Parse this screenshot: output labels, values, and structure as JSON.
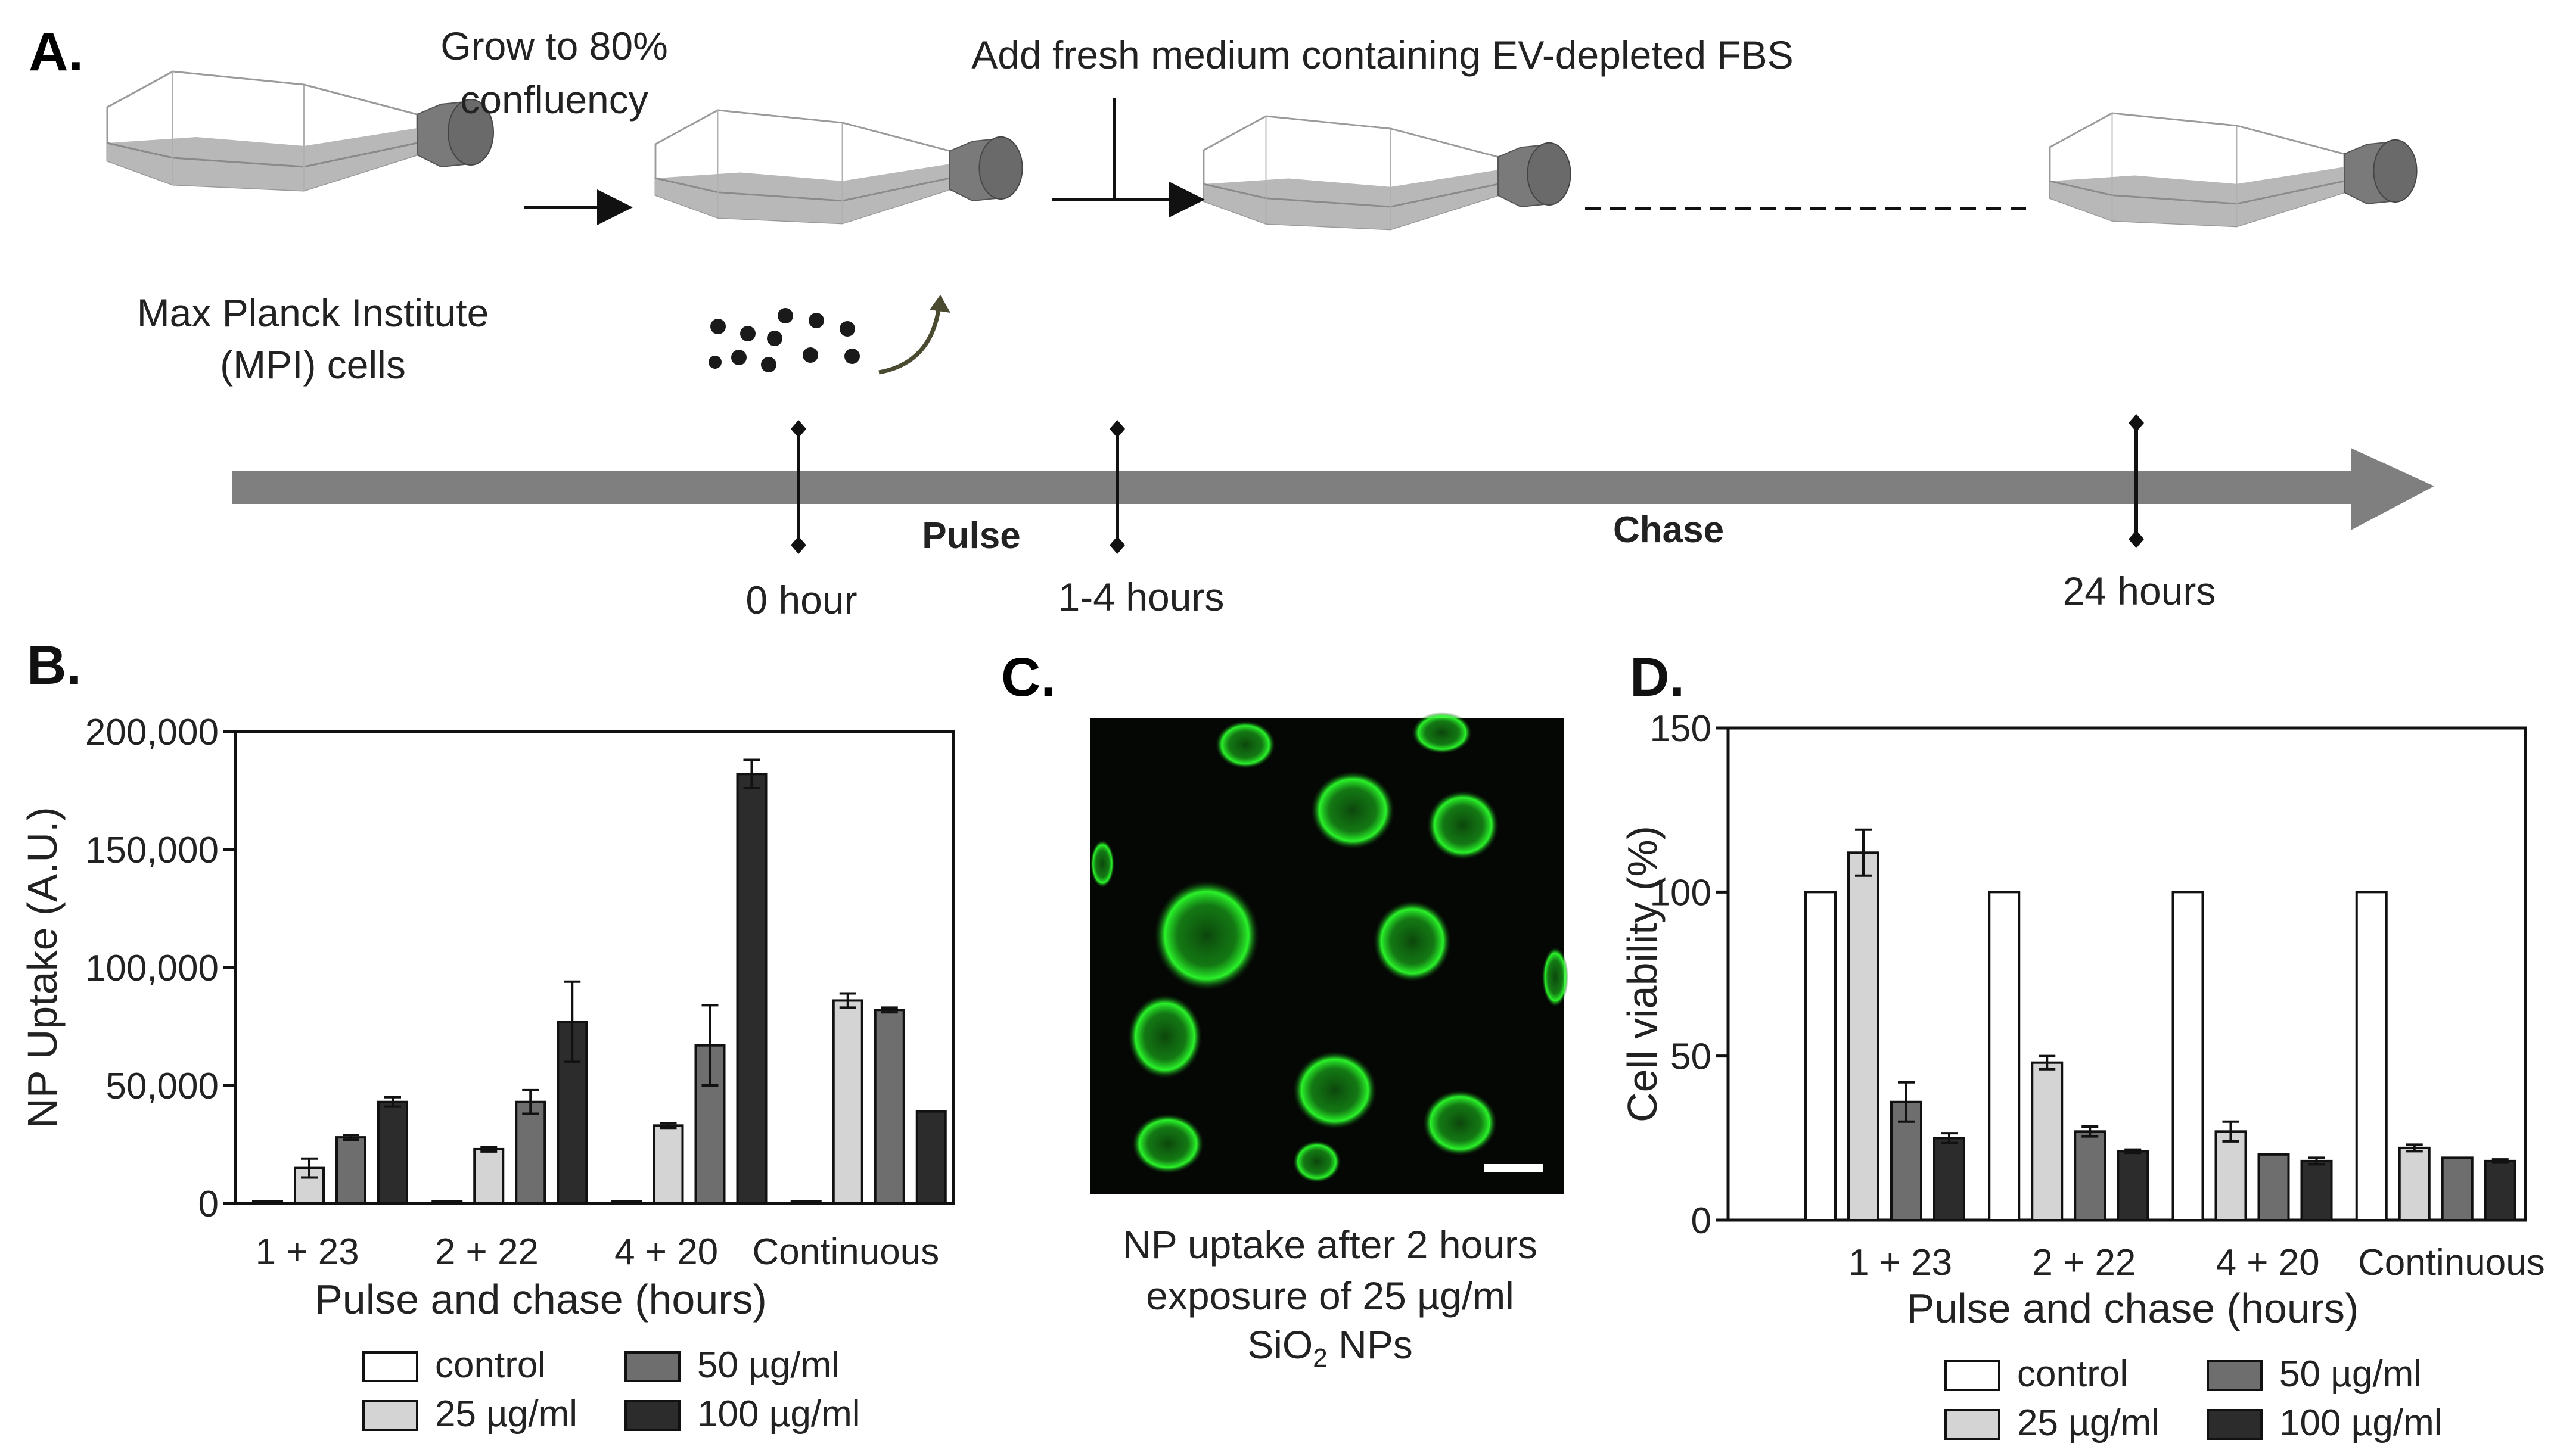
{
  "panelA": {
    "letter": "A.",
    "step_grow_line1": "Grow to 80%",
    "step_grow_line2": "confluency",
    "step_medium": "Add fresh medium containing EV-depleted FBS",
    "cells_line1": "Max Planck Institute",
    "cells_line2": "(MPI) cells",
    "pulse": "Pulse",
    "chase": "Chase",
    "t0": "0 hour",
    "t1": "1-4 hours",
    "t2": "24 hours"
  },
  "panelC": {
    "letter": "C.",
    "caption_line1": "NP uptake after 2 hours",
    "caption_line2": "exposure of 25 µg/ml",
    "caption_line3_main": "SiO",
    "caption_line3_sub": "2",
    "caption_line3_tail": " NPs"
  },
  "legend": {
    "control": "control",
    "c25": "25 µg/ml",
    "c50": "50 µg/ml",
    "c100": "100 µg/ml"
  },
  "chart_data": [
    {
      "panel": "B.",
      "type": "bar",
      "title": "",
      "xlabel": "Pulse and chase (hours)",
      "ylabel": "NP Uptake (A.U.)",
      "ylim": [
        0,
        200000
      ],
      "yticks": [
        0,
        50000,
        100000,
        150000,
        200000
      ],
      "ytick_labels": [
        "0",
        "50,000",
        "100,000",
        "150,000",
        "200,000"
      ],
      "categories": [
        "1 + 23",
        "2 + 22",
        "4 + 20",
        "Continuous"
      ],
      "series": [
        {
          "name": "control",
          "color": "#ffffff",
          "values": [
            800,
            800,
            800,
            800
          ],
          "errors": [
            0,
            0,
            0,
            0
          ]
        },
        {
          "name": "25 µg/ml",
          "color": "#d4d4d4",
          "values": [
            15000,
            23000,
            33000,
            86000
          ],
          "errors": [
            4000,
            1000,
            1000,
            3000
          ]
        },
        {
          "name": "50 µg/ml",
          "color": "#6e6e6e",
          "values": [
            28000,
            43000,
            67000,
            82000
          ],
          "errors": [
            1000,
            5000,
            17000,
            1000
          ]
        },
        {
          "name": "100 µg/ml",
          "color": "#2c2c2c",
          "values": [
            43000,
            77000,
            182000,
            39000
          ],
          "errors": [
            2000,
            17000,
            6000,
            0
          ]
        }
      ],
      "grid": false,
      "legend_position": "bottom"
    },
    {
      "panel": "D.",
      "type": "bar",
      "title": "",
      "xlabel": "Pulse and chase (hours)",
      "ylabel": "Cell viability (%)",
      "ylim": [
        0,
        150
      ],
      "yticks": [
        0,
        50,
        100,
        150
      ],
      "ytick_labels": [
        "0",
        "50",
        "100",
        "150"
      ],
      "categories": [
        "1 + 23",
        "2 + 22",
        "4 + 20",
        "Continuous"
      ],
      "series": [
        {
          "name": "control",
          "color": "#ffffff",
          "values": [
            100,
            100,
            100,
            100
          ],
          "errors": [
            0,
            0,
            0,
            0
          ]
        },
        {
          "name": "25 µg/ml",
          "color": "#d4d4d4",
          "values": [
            112,
            48,
            27,
            22
          ],
          "errors": [
            7,
            2,
            3,
            1
          ]
        },
        {
          "name": "50 µg/ml",
          "color": "#6e6e6e",
          "values": [
            36,
            27,
            20,
            19
          ],
          "errors": [
            6,
            1.5,
            0,
            0
          ]
        },
        {
          "name": "100 µg/ml",
          "color": "#2c2c2c",
          "values": [
            25,
            21,
            18,
            18
          ],
          "errors": [
            1.5,
            0.5,
            1,
            0.5
          ]
        }
      ],
      "grid": false,
      "legend_position": "bottom"
    }
  ]
}
